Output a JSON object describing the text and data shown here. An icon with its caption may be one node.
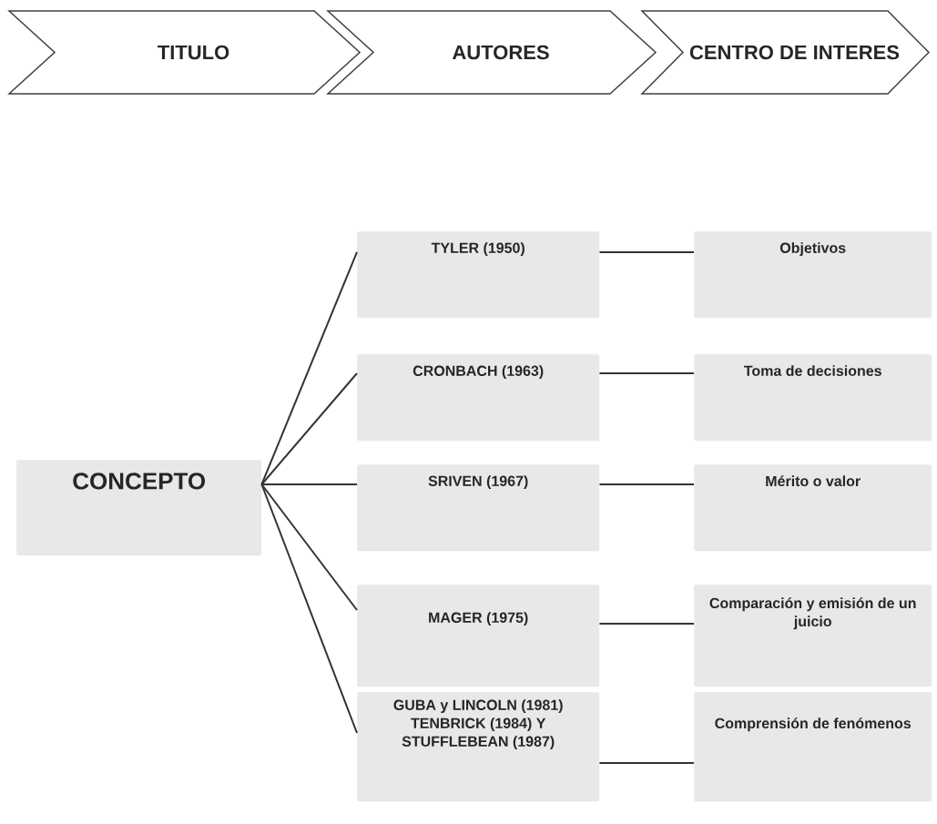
{
  "diagram": {
    "nodes": [
      {
        "text": [
          "TITULO"
        ]
      },
      {
        "text": [
          "AUTORES"
        ]
      },
      {
        "text": [
          "CENTRO DE INTERES"
        ]
      },
      {
        "text": [
          "CONCEPTO"
        ]
      },
      {
        "text": [
          "TYLER (1950)"
        ]
      },
      {
        "text": [
          "CRONBACH (1963)"
        ]
      },
      {
        "text": [
          "SRIVEN (1967)"
        ]
      },
      {
        "text": [
          "MAGER (1975)"
        ]
      },
      {
        "text": [
          "GUBA y LINCOLN (1981) TENBRICK (1984) Y STUFFLEBEAN (1987)"
        ]
      },
      {
        "text": [
          "Objetivos"
        ]
      },
      {
        "text": [
          "Toma de decisiones"
        ]
      },
      {
        "text": [
          "Mérito o valor"
        ]
      },
      {
        "text": [
          "Comparación y emisión de un juicio"
        ]
      },
      {
        "text": [
          "Comprensión de fenómenos"
        ]
      }
    ],
    "edges": [
      {
        "from": 3,
        "to": 4,
        "arrow": "none"
      },
      {
        "from": 3,
        "to": 5,
        "arrow": "none"
      },
      {
        "from": 3,
        "to": 6,
        "arrow": "none"
      },
      {
        "from": 3,
        "to": 7,
        "arrow": "none"
      },
      {
        "from": 3,
        "to": 8,
        "arrow": "none"
      },
      {
        "from": 4,
        "to": 9,
        "arrow": "none"
      },
      {
        "from": 5,
        "to": 10,
        "arrow": "none"
      },
      {
        "from": 6,
        "to": 11,
        "arrow": "none"
      },
      {
        "from": 7,
        "to": 12,
        "arrow": "none"
      },
      {
        "from": 8,
        "to": 13,
        "arrow": "none"
      }
    ]
  }
}
